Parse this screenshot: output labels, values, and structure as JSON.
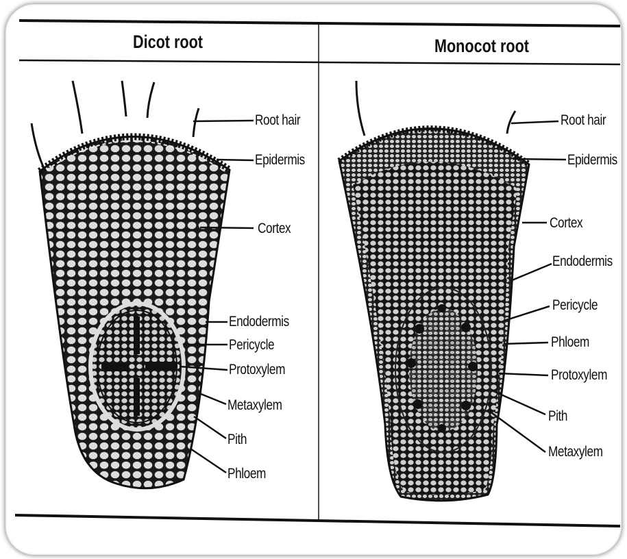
{
  "panels": [
    {
      "title": "Dicot root",
      "labels": [
        "Root hair",
        "Epidermis",
        "Cortex",
        "Endodermis",
        "Pericycle",
        "Protoxylem",
        "Metaxylem",
        "Pith",
        "Phloem"
      ]
    },
    {
      "title": "Monocot root",
      "labels": [
        "Root hair",
        "Epidermis",
        "Cortex",
        "Endodermis",
        "Pericycle",
        "Phloem",
        "Protoxylem",
        "Pith",
        "Metaxylem"
      ]
    }
  ],
  "colors": {
    "ink": "#111111",
    "paper": "#ffffff",
    "cell_fill": "#d9d9d9"
  }
}
